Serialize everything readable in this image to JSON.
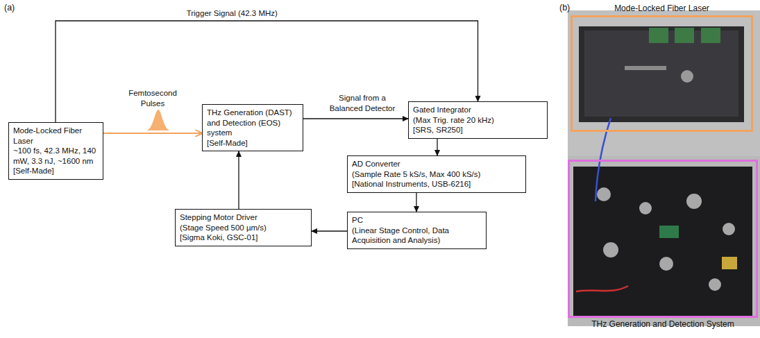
{
  "diagram": {
    "nodes": [
      {
        "text": [
          "Mode-Locked Fiber Laser",
          "~100 fs, 42.3 MHz, 140 mW, 3.3 nJ, ~1600 nm",
          "[Self-Made]"
        ]
      },
      {
        "text": [
          "THz Generation (DAST) and Detection (EOS) system",
          "[Self-Made]"
        ]
      },
      {
        "text": [
          "Gated Integrator",
          "(Max Trig. rate 20 kHz)",
          "[SRS, SR250]"
        ]
      },
      {
        "text": [
          "AD Converter",
          "(Sample Rate 5 kS/s, Max 400 kS/s)",
          "[National Instruments, USB-6216]"
        ]
      },
      {
        "text": [
          "PC",
          "(Linear Stage Control, Data Acquisition and Analysis)"
        ]
      },
      {
        "text": [
          "Stepping Motor Driver",
          "(Stage Speed 500 µm/s)",
          "[Sigma Koki, GSC-01]"
        ]
      },
      {
        "text": [
          "Mode-Locked Fiber Laser"
        ]
      },
      {
        "text": [
          "THz Generation and Detection System"
        ]
      }
    ],
    "edges": [
      {
        "from": 0,
        "to": 1,
        "arrow": "to",
        "label": "Femtosecond Pulses"
      },
      {
        "from": 0,
        "to": 2,
        "arrow": "to",
        "label": "Trigger Signal (42.3 MHz)"
      },
      {
        "from": 1,
        "to": 2,
        "arrow": "to",
        "label": "Signal from a Balanced Detector"
      },
      {
        "from": 2,
        "to": 3,
        "arrow": "to"
      },
      {
        "from": 3,
        "to": 4,
        "arrow": "to"
      },
      {
        "from": 4,
        "to": 5,
        "arrow": "to"
      },
      {
        "from": 5,
        "to": 1,
        "arrow": "to"
      }
    ],
    "labels": [
      "(a)",
      "(b)"
    ]
  }
}
